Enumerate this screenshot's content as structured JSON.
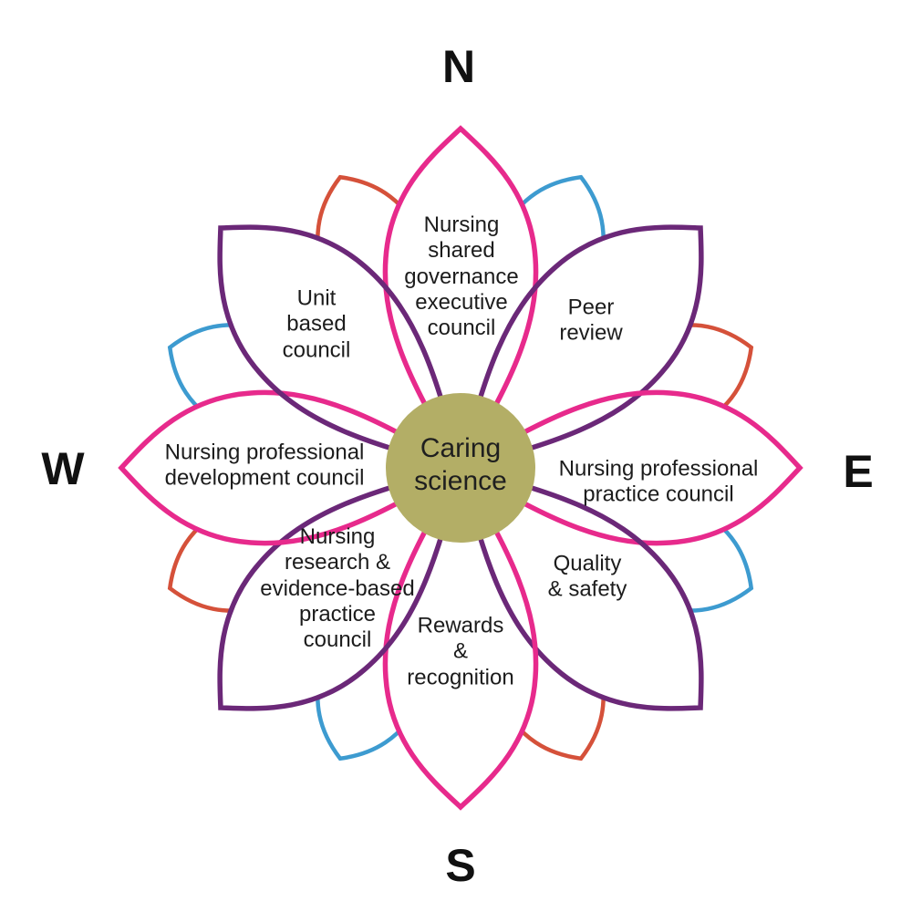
{
  "colors": {
    "pink": "#e72a8c",
    "purple": "#6b2878",
    "orange": "#d5513a",
    "blue": "#3d9bd0",
    "olive": "#b3ae66",
    "text": "#1c1c1c",
    "petal_fill": "#ffffff"
  },
  "compass": {
    "north": "N",
    "east": "E",
    "south": "S",
    "west": "W"
  },
  "center": {
    "label": "Caring\nscience"
  },
  "petals": {
    "north": {
      "label": "Nursing\nshared\ngovernance\nexecutive\ncouncil",
      "outline_color": "pink"
    },
    "northeast": {
      "label": "Peer\nreview",
      "outline_color": "purple"
    },
    "east": {
      "label": "Nursing professional\npractice council",
      "outline_color": "pink"
    },
    "southeast": {
      "label": "Quality\n& safety",
      "outline_color": "purple"
    },
    "south": {
      "label": "Rewards\n&\nrecognition",
      "outline_color": "pink"
    },
    "southwest": {
      "label": "Nursing\nresearch &\nevidence-based\npractice\ncouncil",
      "outline_color": "purple"
    },
    "west": {
      "label": "Nursing professional\ndevelopment council",
      "outline_color": "pink"
    },
    "northwest": {
      "label": "Unit\nbased\ncouncil",
      "outline_color": "purple"
    }
  },
  "background_petals": {
    "nnw": "orange",
    "nne": "blue",
    "ene": "orange",
    "ese": "blue",
    "sse": "orange",
    "ssw": "blue",
    "wsw": "orange",
    "wnw": "blue"
  }
}
